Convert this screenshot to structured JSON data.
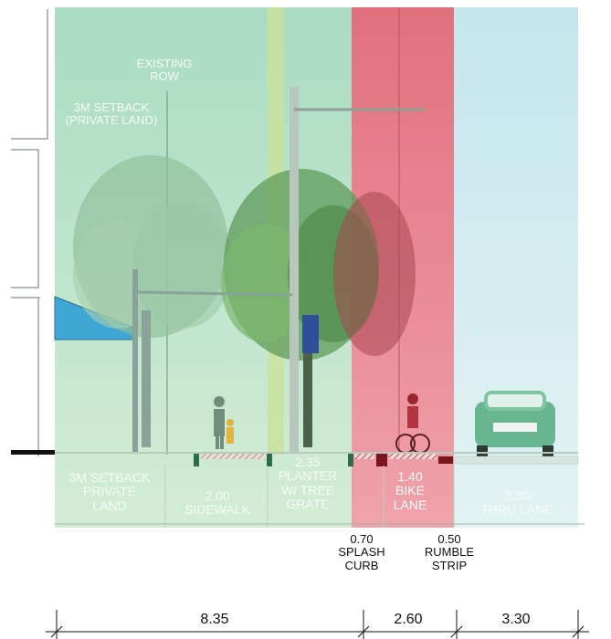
{
  "annotations": {
    "existing_row": [
      "EXISTING",
      "ROW"
    ],
    "setback_private": [
      "3M SETBACK",
      "(PRIVATE LAND)"
    ]
  },
  "zones": [
    {
      "id": "setback",
      "lines": [
        "3M SETBACK",
        "PRIVATE",
        "LAND"
      ]
    },
    {
      "id": "sidewalk",
      "lines": [
        "2.00",
        "SIDEWALK"
      ]
    },
    {
      "id": "planter",
      "lines": [
        "2.35",
        "PLANTER",
        "W/ TREE",
        "GRATE"
      ]
    },
    {
      "id": "bike",
      "lines": [
        "1.40",
        "BIKE",
        "LANE"
      ]
    },
    {
      "id": "thru",
      "lines": [
        "3.30",
        "THRU LANE"
      ]
    }
  ],
  "sub_dims": [
    {
      "id": "splash",
      "lines": [
        "0.70",
        "SPLASH",
        "CURB"
      ]
    },
    {
      "id": "rumble",
      "lines": [
        "0.50",
        "RUMBLE",
        "STRIP"
      ]
    }
  ],
  "bottom_dims": [
    "8.35",
    "2.60",
    "3.30"
  ],
  "colors": {
    "green_zone": "#bfe3cf",
    "green_band": "#cfe8a5",
    "red_zone": "#e8858f",
    "blue_zone": "#cfe9ee",
    "line": "#111111"
  }
}
